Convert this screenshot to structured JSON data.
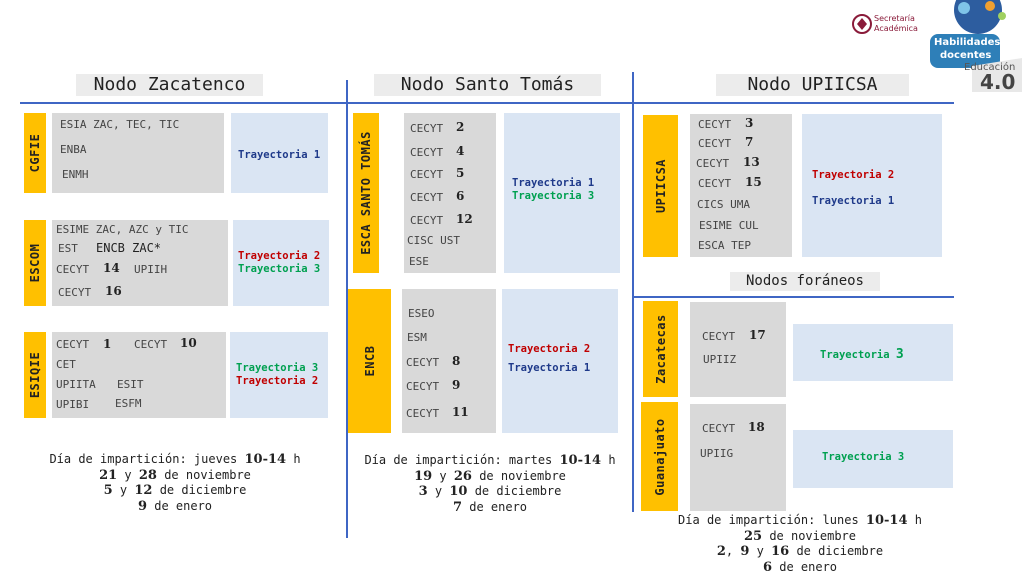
{
  "header": {
    "secretaria_line1": "Secretaría",
    "secretaria_line2": "Académica",
    "badge_line1": "Habilidades",
    "badge_line2": "docentes",
    "badge_line3": "Educación",
    "badge_number": "4.0"
  },
  "nodes": {
    "zacatenco": {
      "title": "Nodo Zacatenco"
    },
    "santo_tomas": {
      "title": "Nodo Santo Tomás"
    },
    "upiicsa": {
      "title": "Nodo UPIICSA"
    },
    "foraneos": {
      "title": "Nodos foráneos"
    }
  },
  "groups": {
    "cgfie": {
      "tab": "CGFIE",
      "schools": [
        "ESIA ZAC, TEC, TIC",
        "ENBA",
        "ENMH"
      ],
      "traj": [
        "Trayectoria 1"
      ]
    },
    "escom": {
      "tab": "ESCOM",
      "line1": "ESIME ZAC, AZC y TIC",
      "line2a": "EST",
      "line2b": "ENCB ZAC*",
      "line3a": "CECYT",
      "line3b": "14",
      "line3c": "UPIIH",
      "line4a": "CECYT",
      "line4b": "16",
      "traj": [
        "Trayectoria 2",
        "Trayectoria 3"
      ]
    },
    "esiqie": {
      "tab": "ESIQIE",
      "line1a": "CECYT",
      "line1b": "1",
      "line1c": "CECYT",
      "line1d": "10",
      "line2": "CET",
      "line3a": "UPIITA",
      "line3b": "ESIT",
      "line4a": "UPIBI",
      "line4b": "ESFM",
      "traj": [
        "Trayectoria 3",
        "Trayectoria 2"
      ]
    },
    "esca": {
      "tab": "ESCA SANTO TOMÁS",
      "items": [
        [
          "CECYT",
          "2"
        ],
        [
          "CECYT",
          "4"
        ],
        [
          "CECYT",
          "5"
        ],
        [
          "CECYT",
          "6"
        ],
        [
          "CECYT",
          "12"
        ]
      ],
      "extra": [
        "CISC UST",
        "ESE"
      ],
      "traj": [
        "Trayectoria 1",
        "Trayectoria 3"
      ]
    },
    "encb": {
      "tab": "ENCB",
      "extra": [
        "ESEO",
        "ESM"
      ],
      "items": [
        [
          "CECYT",
          "8"
        ],
        [
          "CECYT",
          "9"
        ],
        [
          "CECYT",
          "11"
        ]
      ],
      "traj": [
        "Trayectoria 2",
        "Trayectoria 1"
      ]
    },
    "upiicsa": {
      "tab": "UPIICSA",
      "items": [
        [
          "CECYT",
          "3"
        ],
        [
          "CECYT",
          "7"
        ],
        [
          "CECYT",
          "13"
        ],
        [
          "CECYT",
          "15"
        ]
      ],
      "extra": [
        "CICS UMA",
        "ESIME CUL",
        "ESCA TEP"
      ],
      "traj": [
        "Trayectoria 2",
        "Trayectoria 1"
      ]
    },
    "zacatecas": {
      "tab": "Zacatecas",
      "cecyt": "CECYT",
      "num": "17",
      "extra": "UPIIZ",
      "traj_text": "Trayectoria",
      "traj_num": "3"
    },
    "guanajuato": {
      "tab": "Guanajuato",
      "cecyt": "CECYT",
      "num": "18",
      "extra": "UPIIG",
      "traj": "Trayectoria 3"
    }
  },
  "schedules": {
    "zacatenco": {
      "prefix": "Día de impartición: jueves",
      "hours": "10-14",
      "suffix": "h",
      "l2a": "21",
      "l2b": "y",
      "l2c": "28",
      "l2d": "de noviembre",
      "l3a": "5",
      "l3b": "y",
      "l3c": "12",
      "l3d": "de diciembre",
      "l4a": "9",
      "l4b": "de enero"
    },
    "santo_tomas": {
      "prefix": "Día de impartición: martes",
      "hours": "10-14",
      "suffix": "h",
      "l2a": "19",
      "l2b": "y",
      "l2c": "26",
      "l2d": "de noviembre",
      "l3a": "3",
      "l3b": "y",
      "l3c": "10",
      "l3d": "de diciembre",
      "l4a": "7",
      "l4b": "de enero"
    },
    "upiicsa": {
      "prefix": "Día de impartición: lunes",
      "hours": "10-14",
      "suffix": "h",
      "l2a": "25",
      "l2b": "de noviembre",
      "l3a": "2",
      "l3b": ",",
      "l3c": "9",
      "l3d": "y",
      "l3e": "16",
      "l3f": "de diciembre",
      "l4a": "6",
      "l4b": "de enero"
    }
  },
  "colors": {
    "tab": "#ffc000",
    "grey_box": "#d9d9d9",
    "blue_box": "#dae5f3",
    "lines": "#3f66c4",
    "traj1": "#1f3a8a",
    "traj2": "#c00000",
    "traj3": "#00a050"
  }
}
